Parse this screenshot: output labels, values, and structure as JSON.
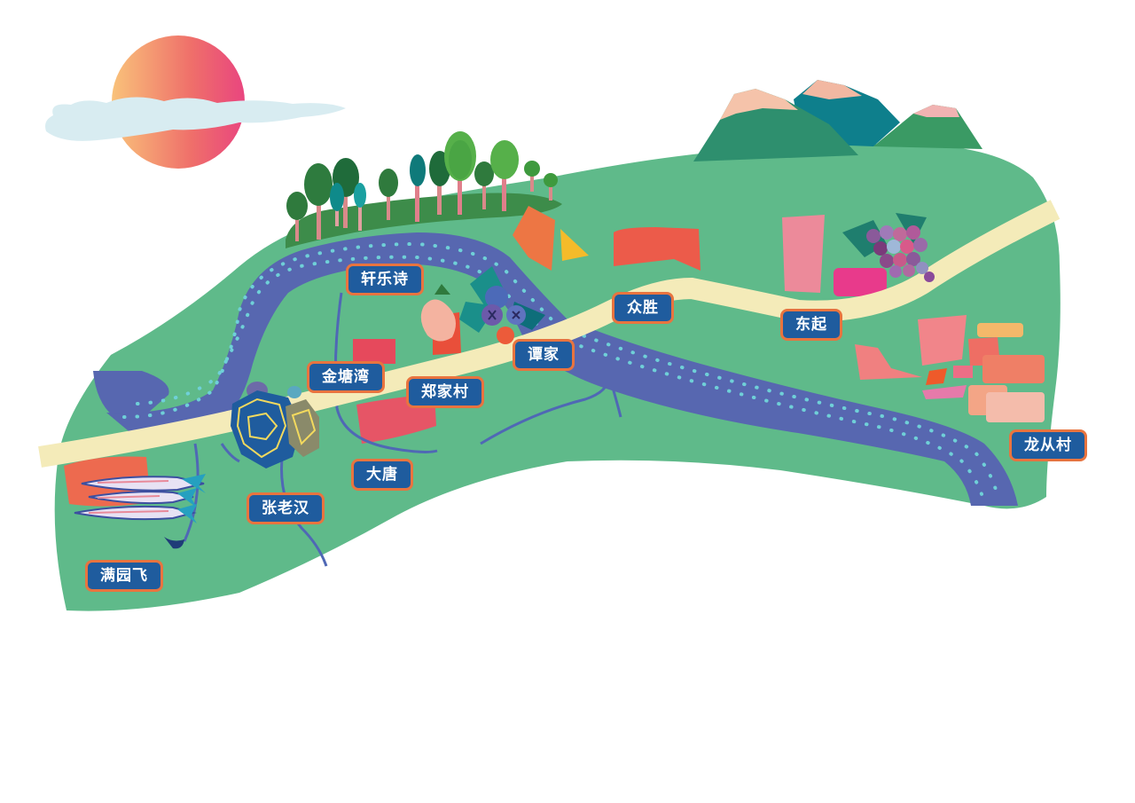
{
  "map": {
    "villages": [
      {
        "id": "xuanleshi",
        "name": "轩乐诗"
      },
      {
        "id": "jintangwan",
        "name": "金塘湾"
      },
      {
        "id": "zhengjiacun",
        "name": "郑家村"
      },
      {
        "id": "tanjia",
        "name": "谭家"
      },
      {
        "id": "zhongsheng",
        "name": "众胜"
      },
      {
        "id": "dongqi",
        "name": "东起"
      },
      {
        "id": "datang",
        "name": "大唐"
      },
      {
        "id": "zhanglaohan",
        "name": "张老汉"
      },
      {
        "id": "manyuanfei",
        "name": "满园飞"
      },
      {
        "id": "longcongcun",
        "name": "龙从村"
      }
    ],
    "icons": [
      "sun-icon",
      "cloud-icon",
      "mountains-icon",
      "forest-icon",
      "river-icon",
      "road-icon",
      "turtle-icon",
      "fish-icon",
      "blueberry-icon",
      "peach-icon",
      "grape-icon"
    ],
    "colors": {
      "land": "#5fba8a",
      "river": "#5767b0",
      "river_dots": "#6fd0d8",
      "road": "#f4ebb9",
      "label_bg": "#1f5c9e",
      "label_border": "#e8743f",
      "sun_start": "#f9c27a",
      "sun_end": "#e9457f"
    }
  }
}
